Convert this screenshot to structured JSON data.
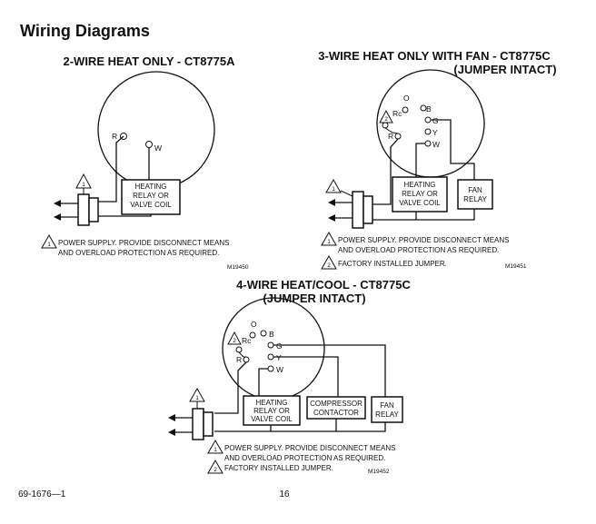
{
  "page_title": "Wiring Diagrams",
  "footer": {
    "doc_number": "69-1676—1",
    "page_number": "16"
  },
  "diagrams": [
    {
      "title": "2-WIRE HEAT ONLY - CT8775A",
      "terminals": {
        "rc": "R",
        "w": "W"
      },
      "boxes": {
        "heating": [
          "HEATING",
          "RELAY OR",
          "VALVE COIL"
        ]
      },
      "callout": "1",
      "notes": [
        {
          "marker": "1",
          "lines": [
            "POWER SUPPLY. PROVIDE DISCONNECT MEANS",
            "AND OVERLOAD PROTECTION AS REQUIRED."
          ]
        }
      ],
      "code": "M19450"
    },
    {
      "title_lines": [
        "3-WIRE HEAT ONLY WITH FAN - CT8775C",
        "(JUMPER INTACT)"
      ],
      "terminals": {
        "o": "O",
        "rc": "Rc",
        "b": "B",
        "g": "G",
        "y": "Y",
        "r": "R",
        "w": "W"
      },
      "boxes": {
        "heating": [
          "HEATING",
          "RELAY OR",
          "VALVE COIL"
        ],
        "fan": [
          "FAN",
          "RELAY"
        ]
      },
      "callout": "1",
      "jumper_marker": "2",
      "notes": [
        {
          "marker": "1",
          "lines": [
            "POWER SUPPLY.  PROVIDE DISCONNECT MEANS",
            "AND OVERLOAD PROTECTION AS REQUIRED."
          ]
        },
        {
          "marker": "2",
          "lines": [
            "FACTORY INSTALLED JUMPER."
          ]
        }
      ],
      "code": "M19451"
    },
    {
      "title_lines": [
        "4-WIRE HEAT/COOL - CT8775C",
        "(JUMPER INTACT)"
      ],
      "terminals": {
        "o": "O",
        "rc": "Rc",
        "b": "B",
        "g": "G",
        "y": "Y",
        "r": "R",
        "w": "W"
      },
      "boxes": {
        "heating": [
          "HEATING",
          "RELAY OR",
          "VALVE COIL"
        ],
        "compressor": [
          "COMPRESSOR",
          "CONTACTOR"
        ],
        "fan": [
          "FAN",
          "RELAY"
        ]
      },
      "callout": "1",
      "jumper_marker": "2",
      "notes": [
        {
          "marker": "1",
          "lines": [
            "POWER SUPPLY.  PROVIDE DISCONNECT MEANS",
            "AND OVERLOAD PROTECTION AS REQUIRED."
          ]
        },
        {
          "marker": "2",
          "lines": [
            "FACTORY INSTALLED JUMPER."
          ]
        }
      ],
      "code": "M19452"
    }
  ]
}
